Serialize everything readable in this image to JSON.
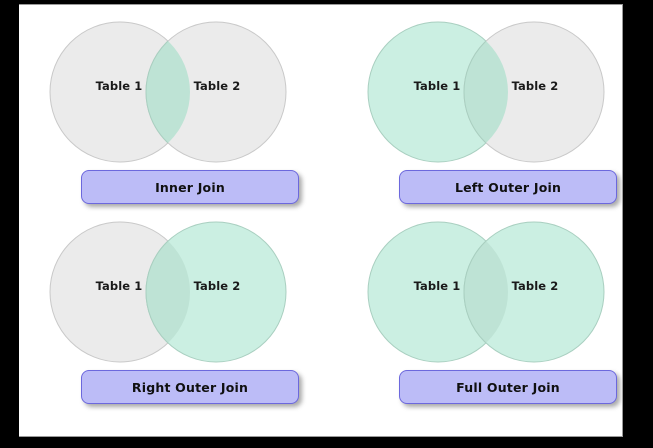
{
  "slide": {
    "background": "#ffffff",
    "letterbox_color": "#000000",
    "title": ""
  },
  "colors": {
    "circle_grey_fill": "#ebebeb",
    "circle_green_fill": "#cbefe2",
    "intersection_green": "#bee3d5",
    "circle_stroke": "#c9c9c9",
    "circle_stroke_green": "#a9cfc0",
    "button_fill": "#bcbcf7",
    "button_border": "#6c68dd",
    "button_text": "#101010",
    "venn_text": "#1a1a1a"
  },
  "labels": {
    "table_left": "Table 1",
    "table_right": "Table 2"
  },
  "diagrams": [
    {
      "id": "inner-join",
      "button_label": "Inner Join",
      "left_circle_label": "Table 1",
      "right_circle_label": "Table 2",
      "left_highlighted": false,
      "right_highlighted": false,
      "intersection_highlighted": true
    },
    {
      "id": "left-outer-join",
      "button_label": "Left Outer Join",
      "left_circle_label": "Table 1",
      "right_circle_label": "Table 2",
      "left_highlighted": true,
      "right_highlighted": false,
      "intersection_highlighted": true
    },
    {
      "id": "right-outer-join",
      "button_label": "Right Outer Join",
      "left_circle_label": "Table 1",
      "right_circle_label": "Table 2",
      "left_highlighted": false,
      "right_highlighted": true,
      "intersection_highlighted": true
    },
    {
      "id": "full-outer-join",
      "button_label": "Full Outer Join",
      "left_circle_label": "Table 1",
      "right_circle_label": "Table 2",
      "left_highlighted": true,
      "right_highlighted": true,
      "intersection_highlighted": true
    }
  ]
}
